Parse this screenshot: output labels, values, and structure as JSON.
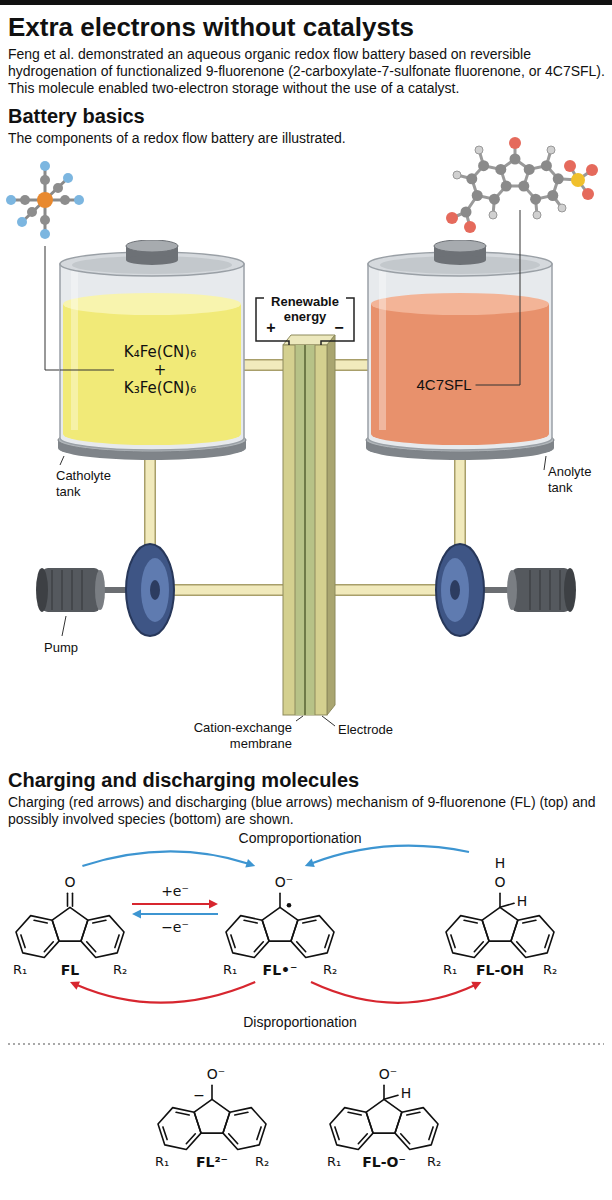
{
  "diagram": {
    "title": "Extra electrons without catalysts",
    "caption": "Feng et al. demonstrated an aqueous organic redox flow battery based on reversible hydrogenation of functionalized 9-fluorenone (2-carboxylate-7-sulfonate fluorenone, or 4C7SFL). This molecule enabled two-electron storage without the use of a catalyst.",
    "nodes": [
      {
        "text": [
          "K₄Fe(CN)₆ + K₃Fe(CN)₆"
        ]
      },
      {
        "text": [
          "4C7SFL"
        ]
      },
      {
        "text": [
          "O",
          "R₁",
          "R₂",
          "FL"
        ]
      },
      {
        "text": [
          "O⁻",
          "R₁",
          "R₂",
          "FL•⁻"
        ]
      },
      {
        "text": [
          "H",
          "O",
          "H",
          "R₁",
          "R₂",
          "FL-OH"
        ]
      },
      {
        "text": [
          "O⁻",
          "−",
          "R₁",
          "R₂",
          "FL²⁻"
        ]
      },
      {
        "text": [
          "O⁻",
          "H",
          "R₁",
          "R₂",
          "FL-O⁻"
        ]
      }
    ],
    "edges": [
      {
        "from": 2,
        "to": 3,
        "arrow": "to",
        "label": "+e⁻"
      },
      {
        "from": 3,
        "to": 2,
        "arrow": "to",
        "label": "−e⁻"
      },
      {
        "from": 2,
        "to": 3,
        "arrow": "to"
      },
      {
        "from": 4,
        "to": 3,
        "arrow": "to"
      },
      {
        "from": 3,
        "to": 2,
        "arrow": "to"
      },
      {
        "from": 3,
        "to": 4,
        "arrow": "to"
      }
    ],
    "labels": [
      "Battery basics",
      "The components of a redox flow battery are illustrated.",
      "Renewable energy",
      "+",
      "−",
      "Catholyte tank",
      "Anolyte tank",
      "Pump",
      "Cation-exchange membrane",
      "Electrode",
      "Charging and discharging molecules",
      "Charging (red arrows) and discharging (blue arrows) mechanism of 9-fluorenone (FL) (top) and possibly involved species (bottom) are shown.",
      "Comproportionation",
      "Disproportionation"
    ]
  }
}
